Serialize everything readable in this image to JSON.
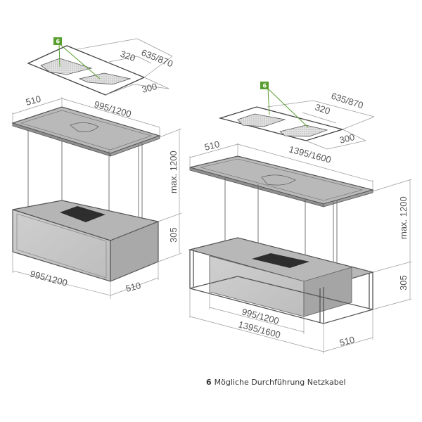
{
  "colors": {
    "badge_green": "#5a9e2f",
    "leader_green": "#5a9e2f",
    "line_dark": "#555555",
    "dim_line": "#9a9a9a",
    "panel_fill": "#c8c8c8",
    "panel_dark": "#a9a9a9",
    "hatch_fill": "#d9d9d9",
    "filter_dark": "#3a3a3a"
  },
  "left_unit": {
    "template": {
      "badge": "6",
      "dim_total_width": "635/870",
      "dim_inner_width": "320",
      "dim_depth": "300"
    },
    "ceiling_plate": {
      "dim_depth": "510",
      "dim_width": "995/1200"
    },
    "dim_max_height": "max. 1200",
    "hood": {
      "dim_height": "305",
      "dim_width": "995/1200",
      "dim_depth": "510"
    }
  },
  "right_unit": {
    "template": {
      "badge": "6",
      "dim_total_width": "635/870",
      "dim_inner_width": "320",
      "dim_depth": "300"
    },
    "ceiling_plate": {
      "dim_depth": "510",
      "dim_width": "1395/1600"
    },
    "dim_max_height": "max. 1200",
    "hood": {
      "dim_height": "305",
      "dim_inner_width": "995/1200",
      "dim_outer_width": "1395/1600",
      "dim_depth": "510"
    }
  },
  "legend": {
    "number": "6",
    "text": "Mögliche Durchführung Netzkabel"
  }
}
